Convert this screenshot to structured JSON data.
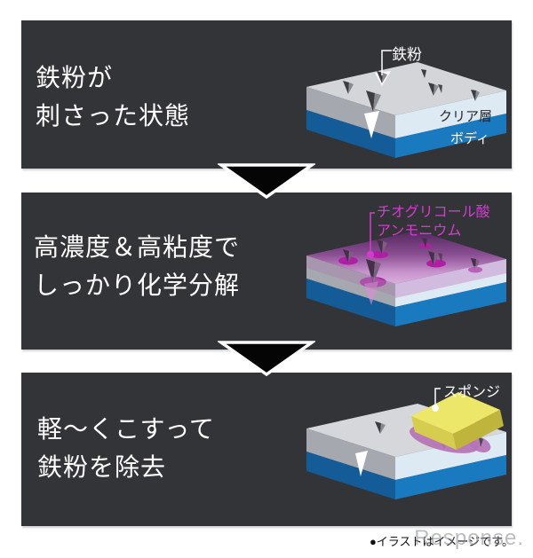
{
  "steps": [
    {
      "title_line1": "鉄粉が",
      "title_line2": "刺さった状態",
      "labels": {
        "iron_powder": "鉄粉",
        "clear_layer": "クリア層",
        "body": "ボディ"
      }
    },
    {
      "title_line1": "高濃度＆高粘度で",
      "title_line2": "しっかり化学分解",
      "labels": {
        "chemical_line1": "チオグリコール酸",
        "chemical_line2": "アンモニウム"
      }
    },
    {
      "title_line1": "軽〜くこすって",
      "title_line2": "鉄粉を除去",
      "labels": {
        "sponge": "スポンジ"
      }
    }
  ],
  "footer": {
    "note": "●イラストはイメージです。",
    "watermark": "Response."
  },
  "colors": {
    "panel_background": "#333438",
    "title_text": "#ffffff",
    "accent_magenta": "#d43cd0",
    "body_blue": "#1a7ac0",
    "clear_layer_light": "#dde9f3",
    "gel_purple_dark": "#53265c",
    "gel_purple_light": "#d9aedd",
    "sponge_yellow": "#ece768",
    "background": "#ffffff"
  }
}
